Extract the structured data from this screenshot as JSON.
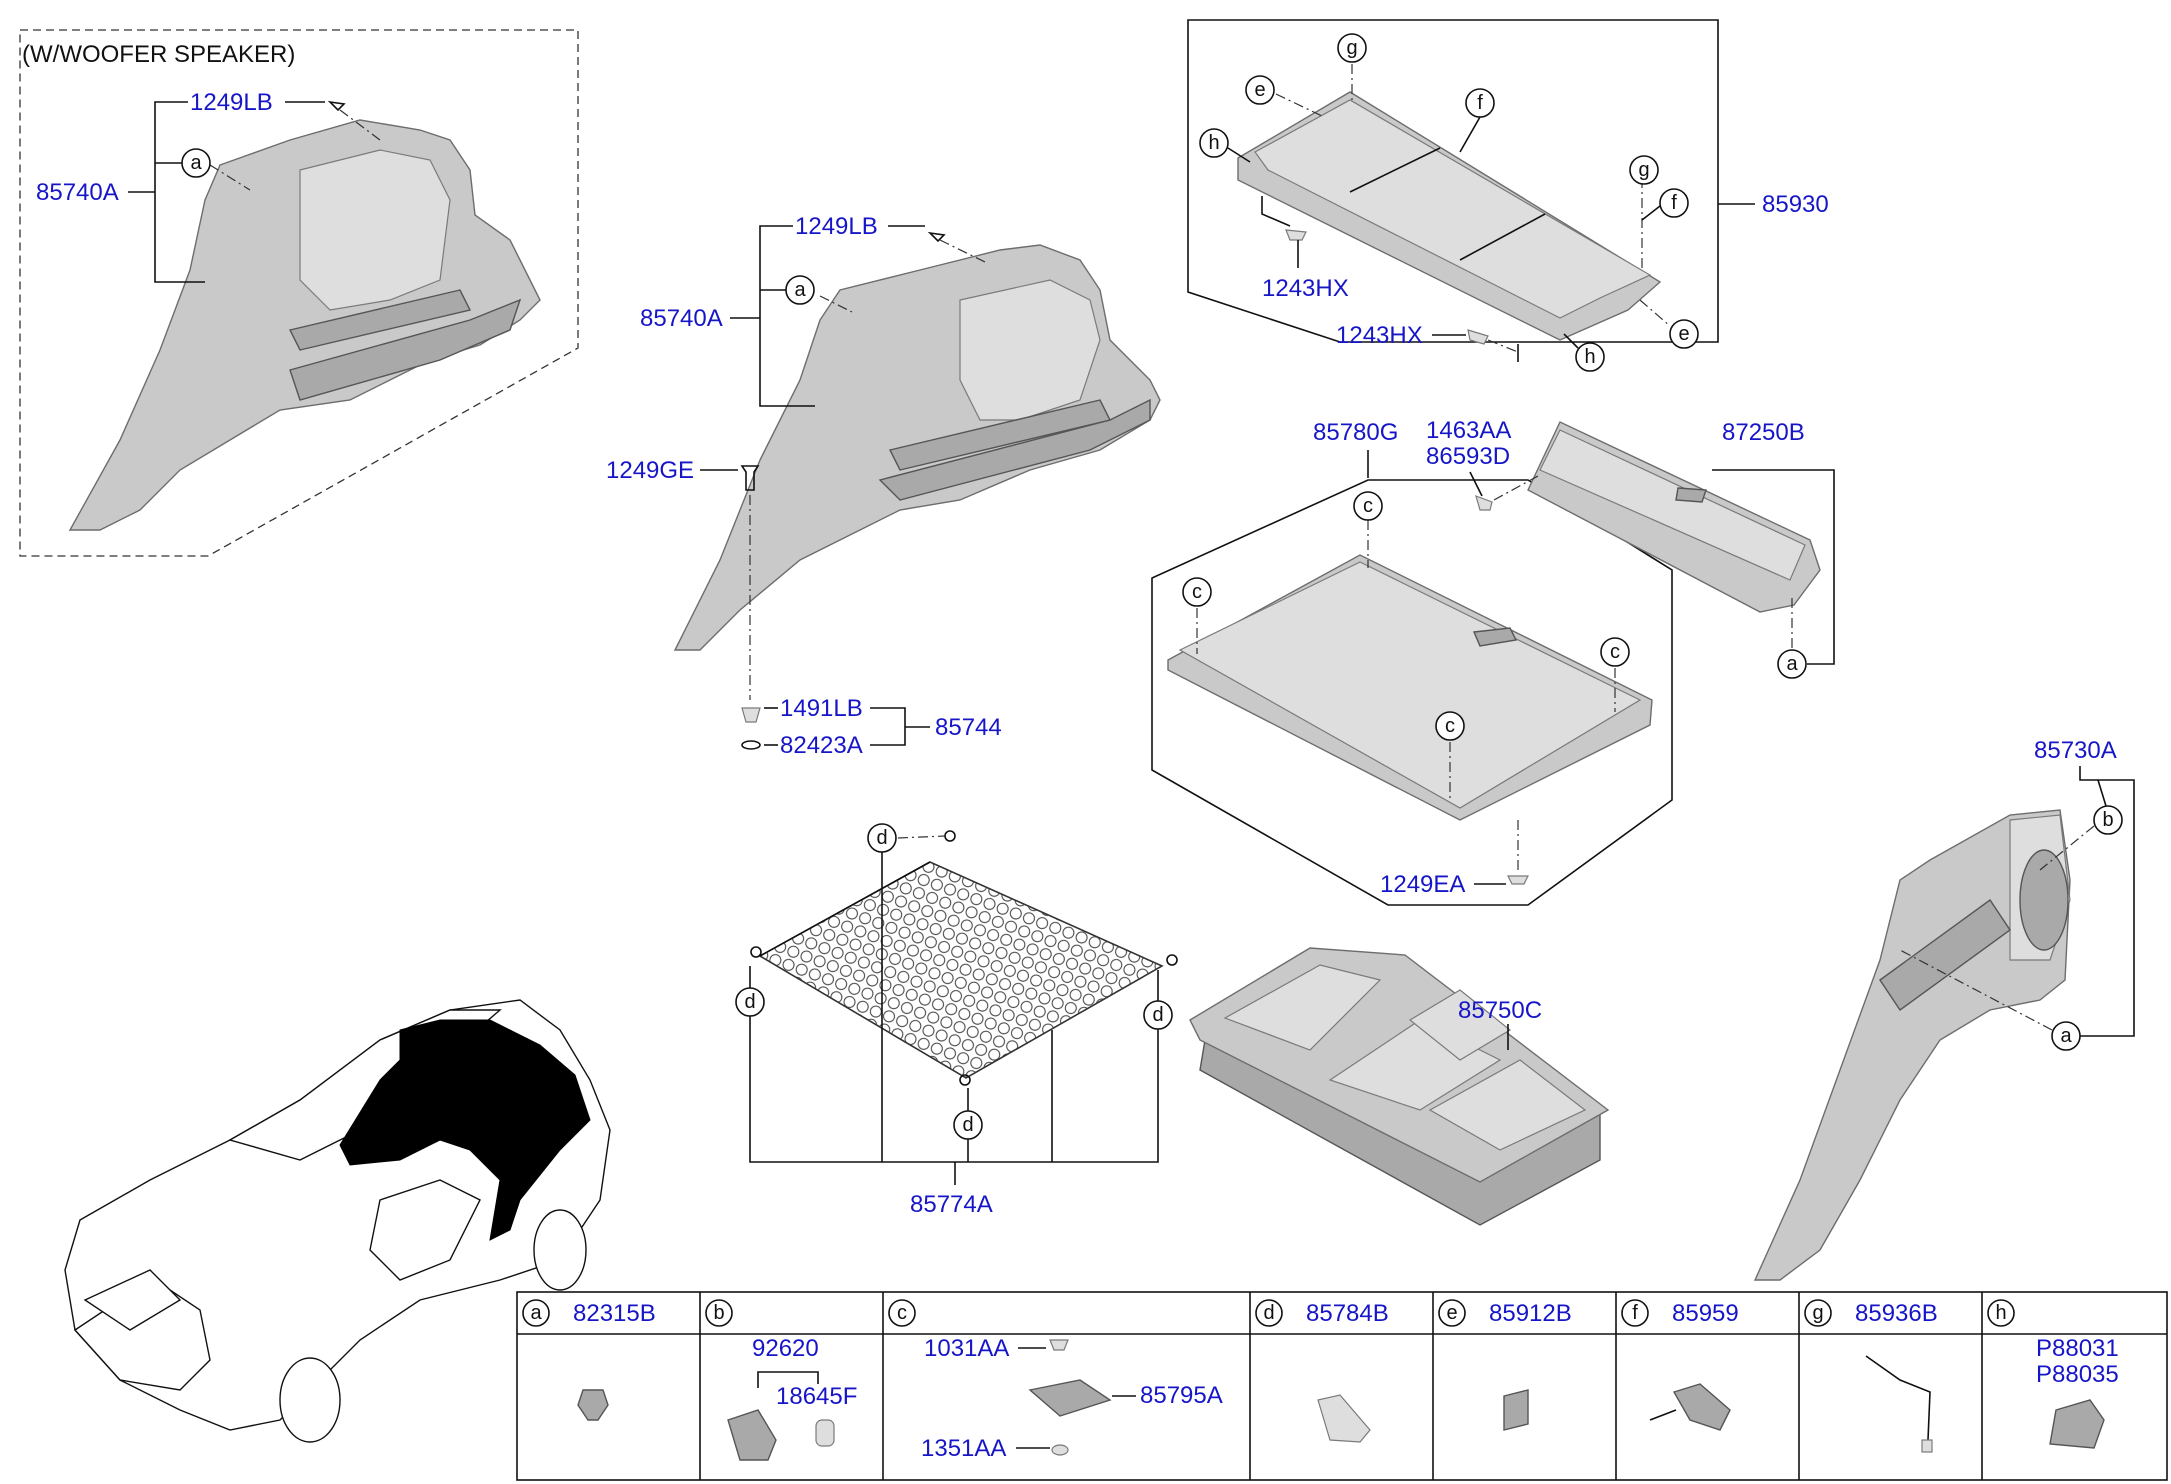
{
  "header": {
    "variant_note": "(W/WOOFER SPEAKER)"
  },
  "callouts": {
    "p1249LB_a": "1249LB",
    "p85740A_a": "85740A",
    "p1249LB_b": "1249LB",
    "p85740A_b": "85740A",
    "p1249GE": "1249GE",
    "p1491LB": "1491LB",
    "p82423A": "82423A",
    "p85744": "85744",
    "p85930": "85930",
    "p1243HX_a": "1243HX",
    "p1243HX_b": "1243HX",
    "p85780G": "85780G",
    "p1463AA": "1463AA",
    "p86593D": "86593D",
    "p87250B": "87250B",
    "p1249EA": "1249EA",
    "p85730A": "85730A",
    "p85750C": "85750C",
    "p85774A": "85774A"
  },
  "letters": {
    "a": "a",
    "b": "b",
    "c": "c",
    "d": "d",
    "e": "e",
    "f": "f",
    "g": "g",
    "h": "h"
  },
  "legend": {
    "a": {
      "letter": "a",
      "part": "82315B"
    },
    "b": {
      "letter": "b",
      "part": "92620",
      "sub": "18645F"
    },
    "c": {
      "letter": "c",
      "sub1": "1031AA",
      "sub2": "85795A",
      "sub3": "1351AA"
    },
    "d": {
      "letter": "d",
      "part": "85784B"
    },
    "e": {
      "letter": "e",
      "part": "85912B"
    },
    "f": {
      "letter": "f",
      "part": "85959"
    },
    "g": {
      "letter": "g",
      "part": "85936B"
    },
    "h": {
      "letter": "h",
      "part1": "P88031",
      "part2": "P88035"
    }
  }
}
